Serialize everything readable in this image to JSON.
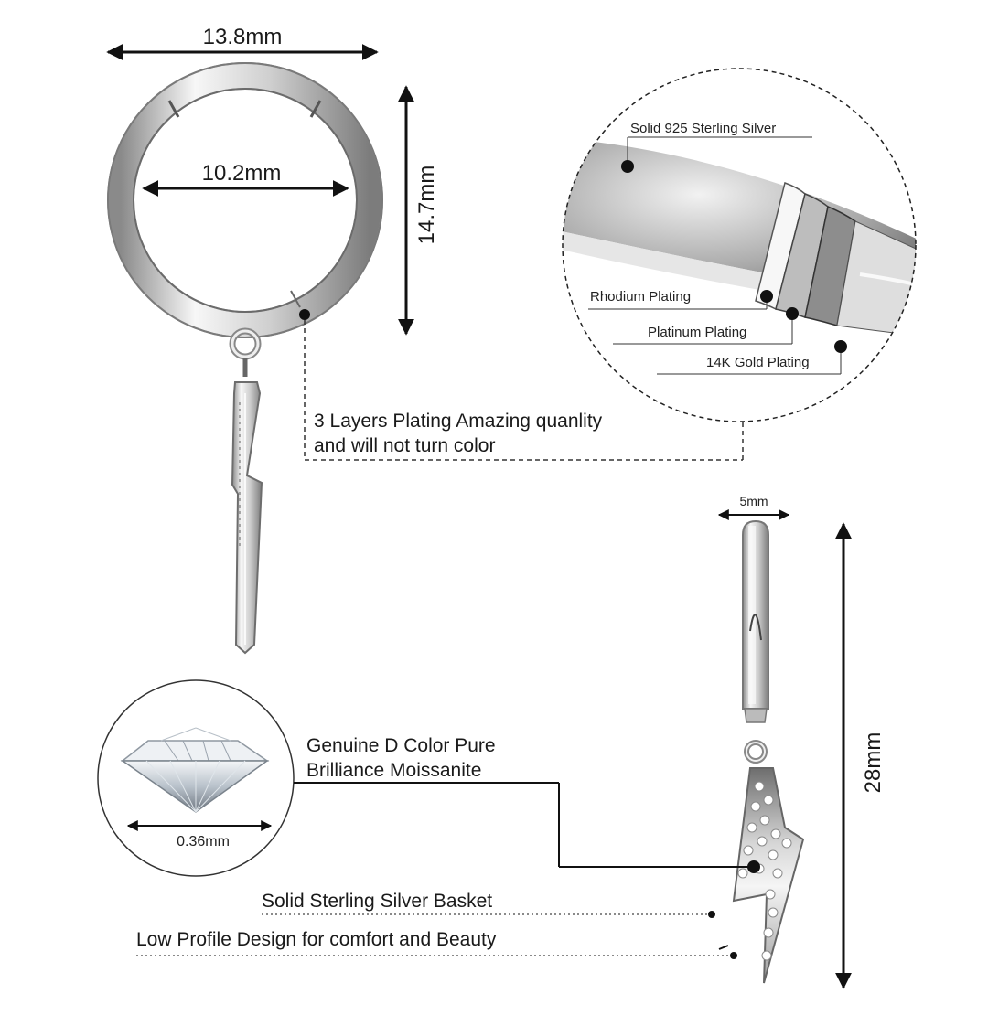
{
  "dimensions": {
    "hoop_outer_width": "13.8mm",
    "hoop_inner_diameter": "10.2mm",
    "hoop_height": "14.7mm",
    "hoop_thickness": "5mm",
    "total_length": "28mm",
    "stone_diameter": "0.36mm"
  },
  "layers": {
    "core": "Solid 925 Sterling Silver",
    "layer1": "Rhodium Plating",
    "layer2": "Platinum Plating",
    "layer3": "14K Gold Plating"
  },
  "notes": {
    "plating_line1": "3 Layers Plating Amazing quanlity",
    "plating_line2": "and will not turn color",
    "stone_line1": "Genuine D Color Pure",
    "stone_line2": "Brilliance Moissanite",
    "basket": "Solid Sterling Silver Basket",
    "profile": "Low Profile Design for comfort and Beauty"
  },
  "colors": {
    "ink": "#1a1a1a",
    "silver_light": "#f4f4f4",
    "silver_mid": "#c8c8c8",
    "silver_dark": "#7a7a7a"
  },
  "icons": [
    "hoop-earring-icon",
    "lightning-bolt-pendant-icon",
    "moissanite-gem-icon"
  ]
}
